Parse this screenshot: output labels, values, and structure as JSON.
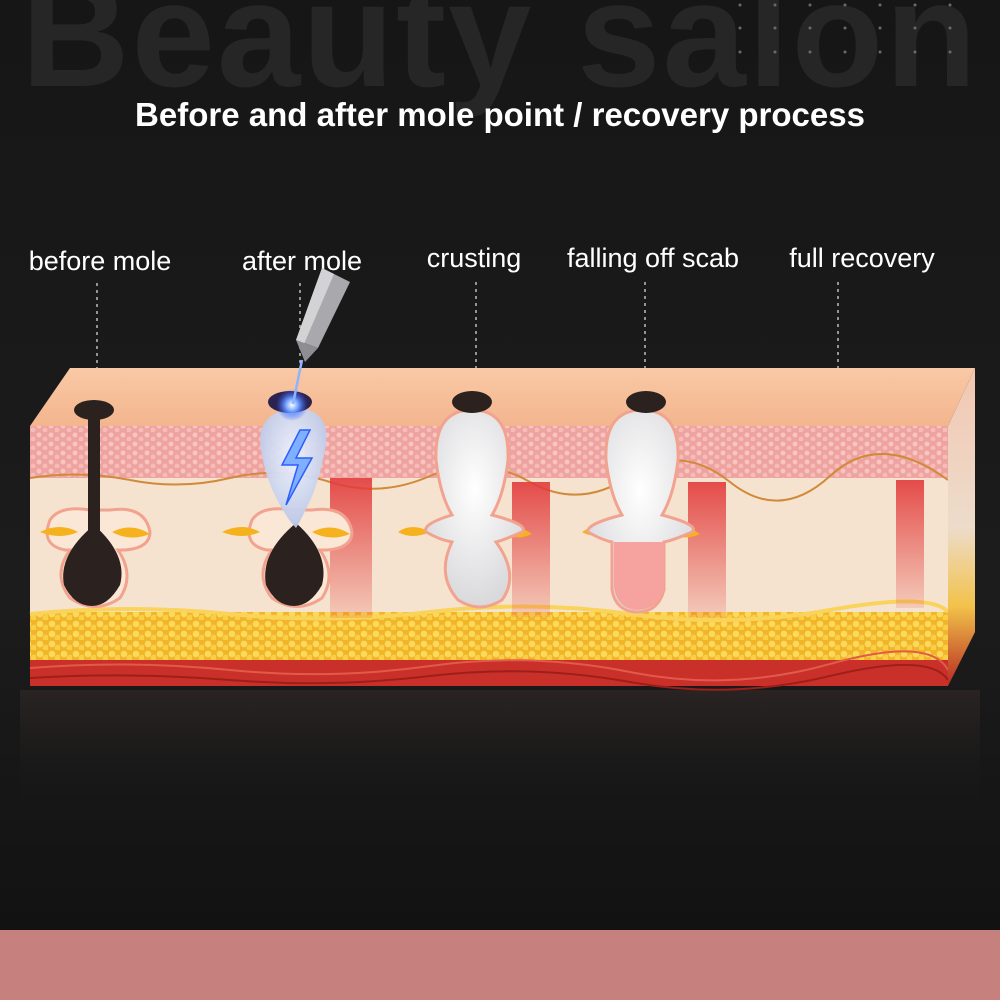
{
  "watermark": "Beauty salon",
  "title": "Before and after mole point / recovery process",
  "stages": [
    {
      "id": "before-mole",
      "label": "before mole"
    },
    {
      "id": "after-mole",
      "label": "after mole"
    },
    {
      "id": "crusting",
      "label": "crusting"
    },
    {
      "id": "falling-off-scab",
      "label": "falling off scab"
    },
    {
      "id": "full-recovery",
      "label": "full recovery"
    }
  ],
  "colors": {
    "background": "#181818",
    "skin_surface": "#f6c3a0",
    "epidermis": "#f0a8a4",
    "dermis": "#f6e3cf",
    "fat": "#f4c13a",
    "muscle": "#c9302a",
    "mole": "#2b2220",
    "band": "#c6817f"
  },
  "icons": [
    "electric-needle-icon",
    "lightning-icon"
  ]
}
